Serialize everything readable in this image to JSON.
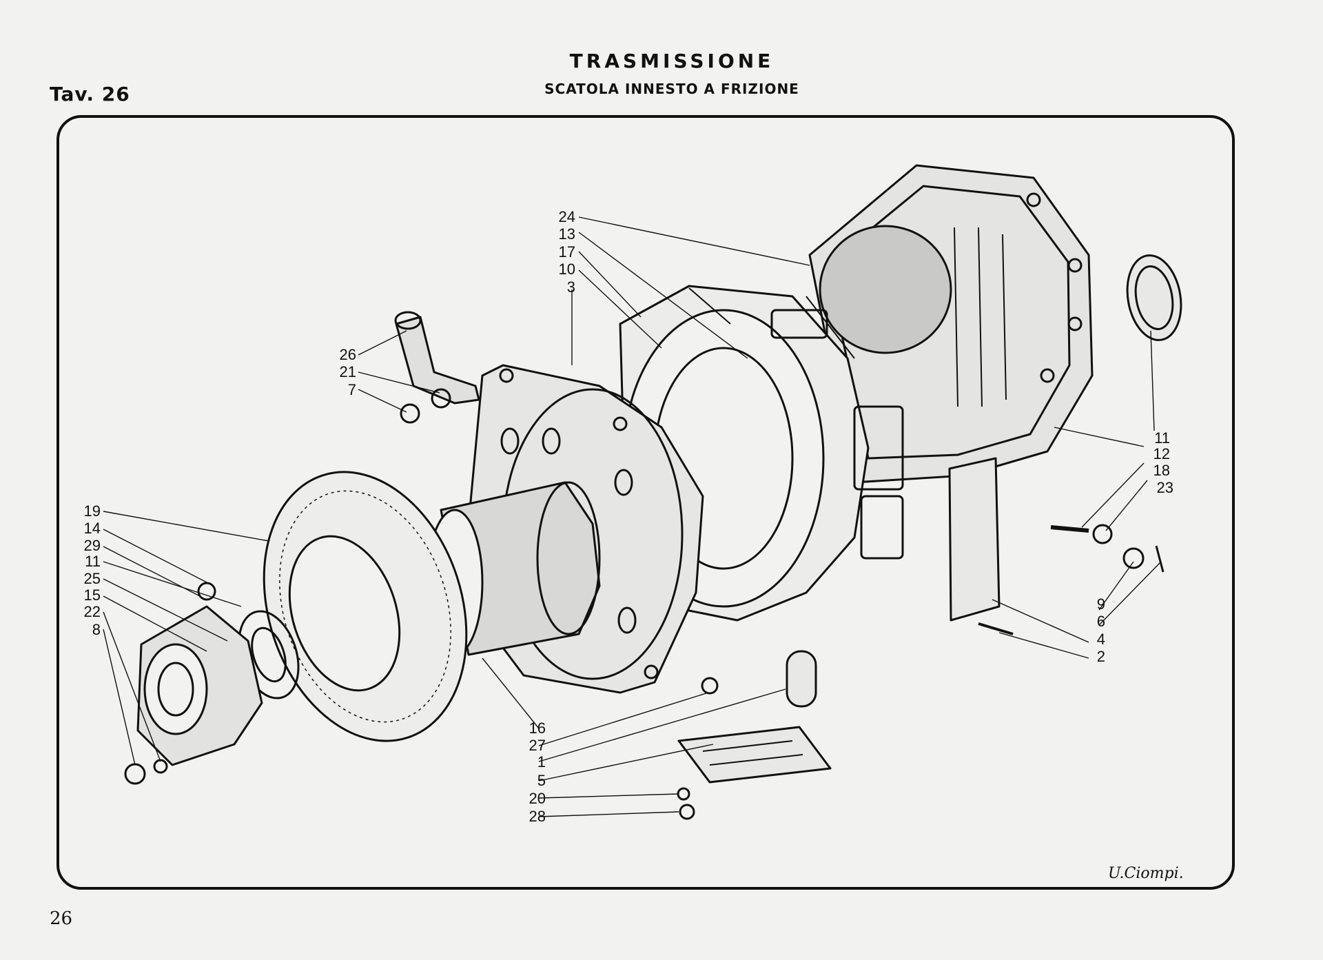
{
  "header": {
    "plate": "Tav. 26",
    "title": "TRASMISSIONE",
    "subtitle": "SCATOLA INNESTO A FRIZIONE"
  },
  "footer": {
    "page_number": "26",
    "signature": "U.Ciompi."
  },
  "callouts": {
    "top": [
      "24",
      "13",
      "17",
      "10",
      "3"
    ],
    "upper_left": [
      "26",
      "21",
      "7"
    ],
    "left": [
      "19",
      "14",
      "29",
      "11",
      "25",
      "15",
      "22",
      "8"
    ],
    "right": [
      "11",
      "12",
      "18",
      "23"
    ],
    "lower_right": [
      "9",
      "6",
      "4",
      "2"
    ],
    "bottom": [
      "16",
      "27",
      "1",
      "5",
      "20",
      "28"
    ]
  }
}
